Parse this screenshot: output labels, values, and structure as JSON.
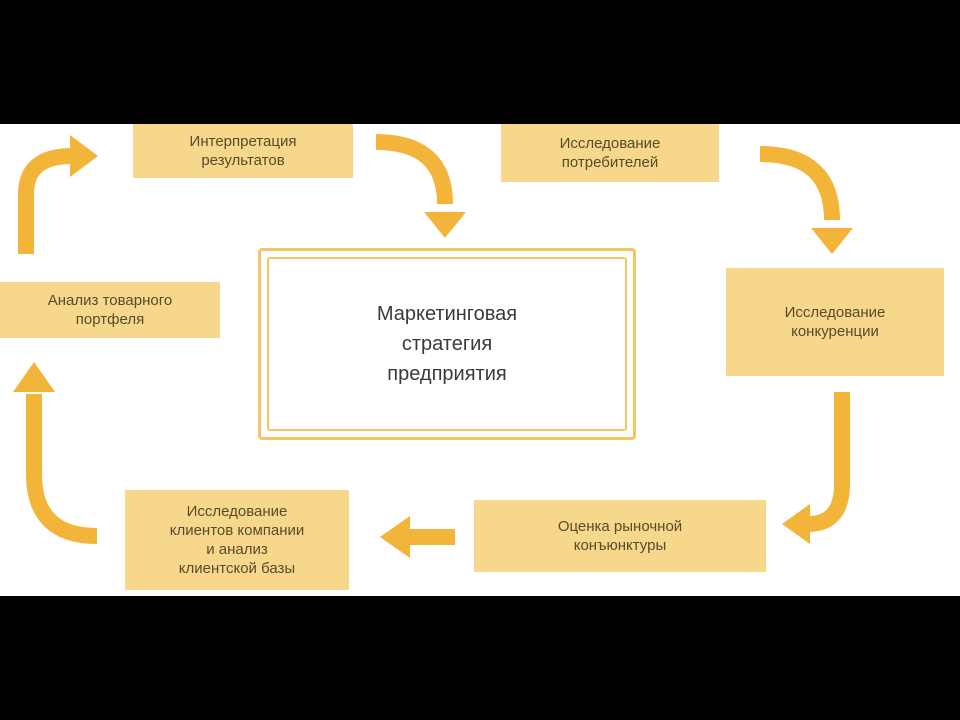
{
  "diagram": {
    "center": "Маркетинговая\nстратегия\nпредприятия",
    "nodes": {
      "interpretation": "Интерпретация\nрезультатов",
      "consumers": "Исследование\nпотребителей",
      "competition": "Исследование\nконкуренции",
      "market": "Оценка рыночной\nконъюнктуры",
      "clients": "Исследование\nклиентов компании\nи анализ\nклиентской базы",
      "portfolio": "Анализ товарного\nпортфеля"
    },
    "colors": {
      "box_fill": "#f6d78c",
      "arrow": "#f3b43a",
      "center_border": "#f2c866",
      "frame": "#000000"
    }
  }
}
